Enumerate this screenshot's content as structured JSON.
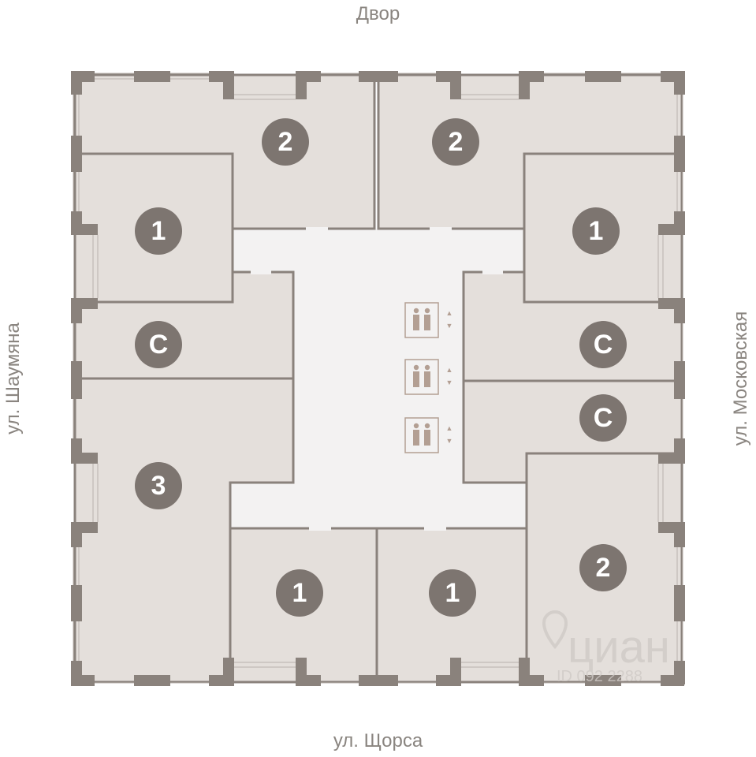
{
  "streets": {
    "top": "Двор",
    "bottom": "ул. Щорса",
    "left": "ул. Шаумяна",
    "right": "ул. Московская"
  },
  "apartments": [
    {
      "id": "apt-top-left",
      "rooms": "2"
    },
    {
      "id": "apt-top-right",
      "rooms": "2"
    },
    {
      "id": "apt-left-upper",
      "rooms": "1"
    },
    {
      "id": "apt-right-upper",
      "rooms": "1"
    },
    {
      "id": "apt-left-studio",
      "rooms": "С"
    },
    {
      "id": "apt-right-studio-1",
      "rooms": "С"
    },
    {
      "id": "apt-right-studio-2",
      "rooms": "С"
    },
    {
      "id": "apt-left-big",
      "rooms": "3"
    },
    {
      "id": "apt-bottom-left",
      "rooms": "1"
    },
    {
      "id": "apt-bottom-mid",
      "rooms": "1"
    },
    {
      "id": "apt-right-lower",
      "rooms": "2"
    }
  ],
  "elevators": 3,
  "watermark": {
    "brand": "циан",
    "code": "ID 092 2288"
  },
  "colors": {
    "room_fill": "#e4dfdb",
    "wall": "#8a827c",
    "badge": "#7d7570",
    "corridor": "#f3f2f2"
  }
}
